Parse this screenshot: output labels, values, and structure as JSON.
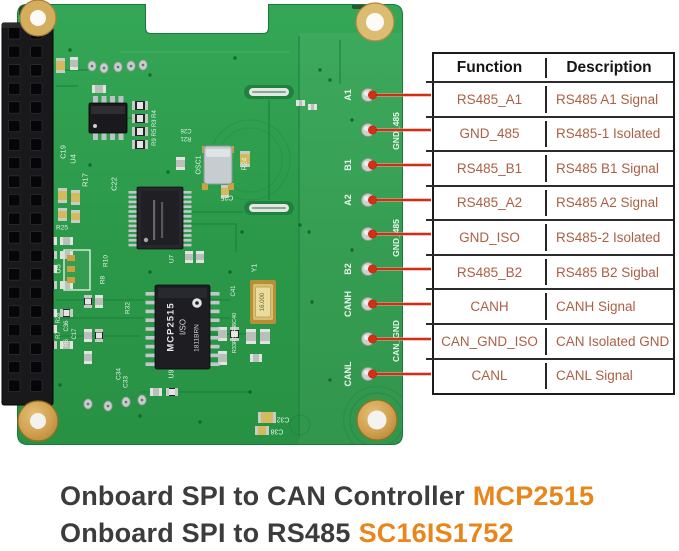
{
  "table": {
    "header": {
      "function": "Function",
      "description": "Description"
    },
    "rows": [
      {
        "function": "RS485_A1",
        "description": "RS485 A1 Signal"
      },
      {
        "function": "GND_485",
        "description": "RS485-1 Isolated"
      },
      {
        "function": "RS485_B1",
        "description": "RS485 B1 Signal"
      },
      {
        "function": "RS485_A2",
        "description": "RS485 A2 Signal"
      },
      {
        "function": "GND_ISO",
        "description": "RS485-2 Isolated"
      },
      {
        "function": "RS485_B2",
        "description": "RS485 B2 Sigbal"
      },
      {
        "function": "CANH",
        "description": "CANH Signal"
      },
      {
        "function": "CAN_GND_ISO",
        "description": "CAN Isolated GND"
      },
      {
        "function": "CANL",
        "description": "CANL Signal"
      }
    ]
  },
  "caption": {
    "line1_prefix": "Onboard SPI to CAN Controller",
    "line1_highlight": "MCP2515",
    "line2_prefix": "Onboard SPI to RS485",
    "line2_highlight": "SC16IS1752"
  },
  "pcb": {
    "pad_labels": [
      "A1",
      "GND_485",
      "B1",
      "A2",
      "GND_485",
      "B2",
      "CANH",
      "CAN_GND",
      "CANL"
    ],
    "refs": {
      "c19": "C19",
      "u4": "U4",
      "r17": "R17",
      "c22": "C22",
      "r_bank": "R9 R5 R3 R4",
      "c26": "C26",
      "r21": "R21",
      "osc1": "OSC1",
      "r24": "R24",
      "c25": "C25",
      "r25": "R25",
      "u5": "U5",
      "u7": "U7",
      "r10": "R10",
      "r8": "R8",
      "r32": "R32",
      "r28": "R28",
      "r7": "R7",
      "c36": "C36",
      "r6": "R6",
      "c17": "C17",
      "c34": "C34",
      "c33": "C33",
      "u9": "U9",
      "y1": "Y1",
      "c41": "C41",
      "r33_bank": "R33R35R38C40",
      "c32": "C32",
      "c38": "C38"
    },
    "chips": {
      "mcp_l1": "MCP2515",
      "mcp_l2": "I/SO",
      "mcp_l3": "1811BRN",
      "y1_freq": "16.000"
    }
  },
  "colors": {
    "board_green": "#2d9b4c",
    "leader_red": "#d02f17",
    "table_text": "#ab5f44",
    "caption_dark": "#3c3c3e",
    "caption_orange": "#e8861c",
    "gold": "#d4ad5e"
  }
}
